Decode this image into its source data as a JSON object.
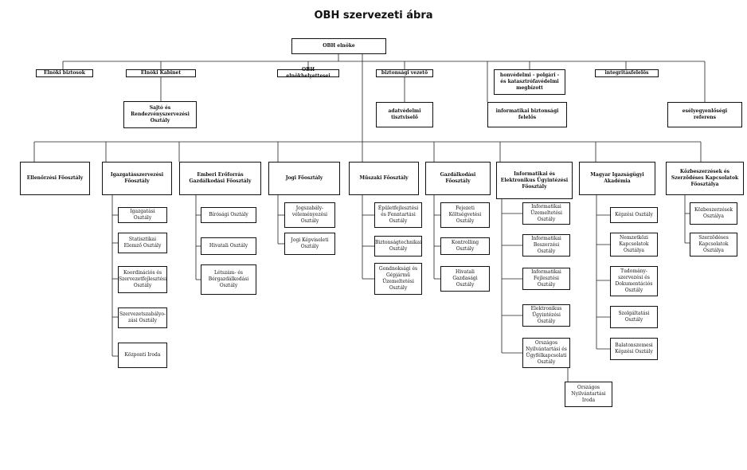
{
  "title": "OBH szervezeti ábra",
  "root": "OBH elnöke",
  "top_level": {
    "hivatali_biztosok": "Elnöki biztosok",
    "elnoki_kabinet": "Elnöki Kabinet",
    "elnokhelyettesei": "OBH elnökhelyettesei",
    "biztonsagi_vezeto": "biztonsági vezető",
    "honvedelmi": "honvédelmi - polgári - és katasztrófavédelmi megbízott",
    "integritasfelelos": "integritásfelelős"
  },
  "second_level": {
    "sajto": "Sajtó és Rendezvényszervezési Osztály",
    "adatvedelmi": "adatvédelmi tisztviselő",
    "informatikai_biztonsagi": "informatikai biztonsági felelős",
    "eselyegyenlosegi": "esélyegyenlőségi referens"
  },
  "departments": [
    {
      "name": "Ellenőrzési Főosztály",
      "children": []
    },
    {
      "name": "Igazgatásszervezési Főosztály",
      "children": [
        "Igazgatási Osztály",
        "Statisztikai Elemző Osztály",
        "Koordinációs és Szervezetfejlesztési Osztály",
        "Szervezetszabályo-zási Osztály",
        "Központi Iroda"
      ]
    },
    {
      "name": "Emberi Erőforrás Gazdálkodási Főosztály",
      "children": [
        "Bírósági Osztály",
        "Hivatali Osztály",
        "Létszám- és Bérgazdálkodási Osztály"
      ]
    },
    {
      "name": "Jogi Főosztály",
      "children": [
        "Jogszabály-véleményezési Osztály",
        "Jogi Képviseleti Osztály"
      ]
    },
    {
      "name": "Műszaki Főosztály",
      "children": [
        "Épületfejlesztési és Fenntartási Osztály",
        "Biztonságtechnikai Osztály",
        "Gondnoksági és Gépjármű Üzemeltetési Osztály"
      ]
    },
    {
      "name": "Gazdálkodási Főosztály",
      "children": [
        "Fejezeti Költségvetési Osztály",
        "Kontrolling Osztály",
        "Hivatali Gazdasági Osztály"
      ]
    },
    {
      "name": "Informatikai és Elektronikus Ügyintézési Főosztály",
      "children": [
        "Informatikai Üzemeltetési Osztály",
        "Informatikai Beszerzési Osztály",
        "Informatikai Fejlesztési Osztály",
        "Elektronikus Ügyintézési Osztály",
        "Országos Nyilvántartási és Ügyfélkapcsolati Osztály"
      ]
    },
    {
      "name": "Magyar Igazságügyi Akadémia",
      "children": [
        "Képzési Osztály",
        "Nemzetközi Kapcsolatok Osztálya",
        "Tudomány-szervezési és Dokumentációs Osztály",
        "Szolgáltatási Osztály",
        "Balatonszemesi Képzési Osztály"
      ]
    },
    {
      "name": "Közbeszerzések és Szerződéses Kapcsolatok Főosztálya",
      "children": [
        "Közbeszerzések Osztálya",
        "Szerződéses Kapcsolatok Osztálya"
      ]
    }
  ],
  "sub_unit": "Országos Nyilvántartási Iroda"
}
